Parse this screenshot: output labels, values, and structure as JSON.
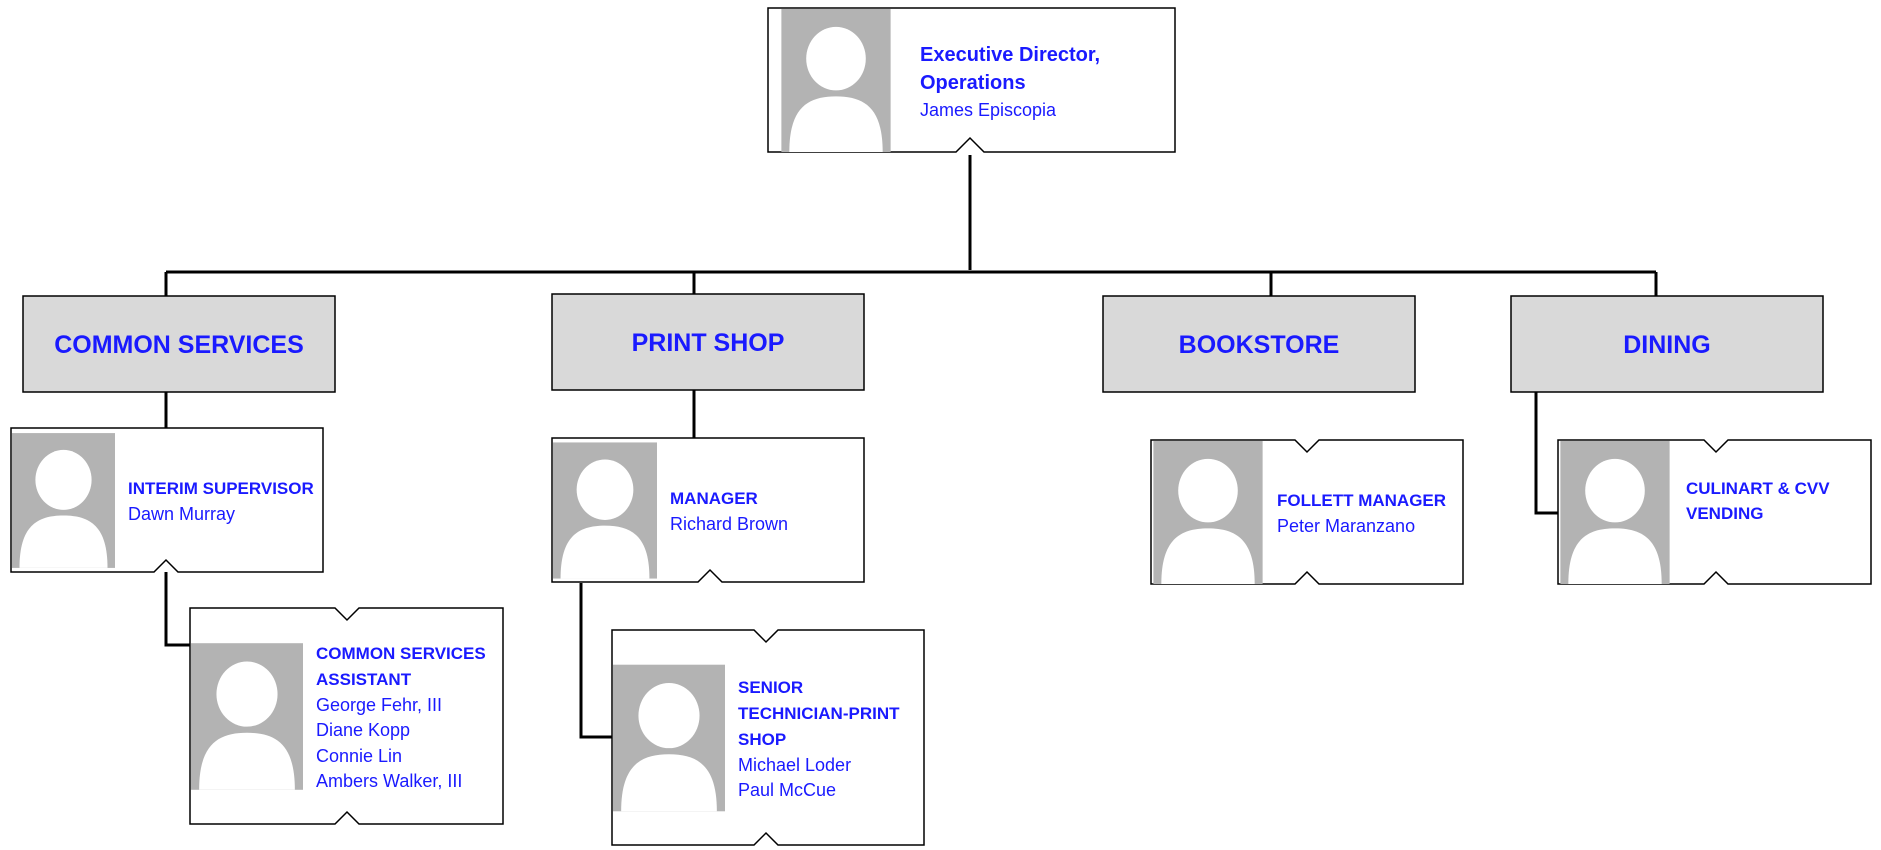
{
  "colors": {
    "text": "#1a1aff",
    "dept_fill": "#d9d9d9",
    "photo_fill": "#b3b3b3",
    "silhouette": "#ffffff",
    "line": "#000000"
  },
  "executive": {
    "title_line1": "Executive Director,",
    "title_line2": "Operations",
    "name": "James Episcopia"
  },
  "departments": {
    "common_services": "COMMON SERVICES",
    "print_shop": "PRINT SHOP",
    "bookstore": "BOOKSTORE",
    "dining": "DINING"
  },
  "positions": {
    "interim_supervisor": {
      "title_lines": [
        "INTERIM SUPERVISOR"
      ],
      "names": [
        "Dawn Murray"
      ]
    },
    "common_services_assistant": {
      "title_lines": [
        "COMMON SERVICES",
        "ASSISTANT"
      ],
      "names": [
        "George Fehr, III",
        "Diane Kopp",
        "Connie Lin",
        "Ambers Walker, III"
      ]
    },
    "manager": {
      "title_lines": [
        "MANAGER"
      ],
      "names": [
        "Richard Brown"
      ]
    },
    "senior_technician": {
      "title_lines": [
        "SENIOR",
        "TECHNICIAN-PRINT",
        "SHOP"
      ],
      "names": [
        "Michael Loder",
        "Paul McCue"
      ]
    },
    "follett_manager": {
      "title_lines": [
        "FOLLETT MANAGER"
      ],
      "names": [
        "Peter Maranzano"
      ]
    },
    "culinart": {
      "title_lines": [
        "CULINART & CVV",
        "VENDING"
      ],
      "names": []
    }
  }
}
